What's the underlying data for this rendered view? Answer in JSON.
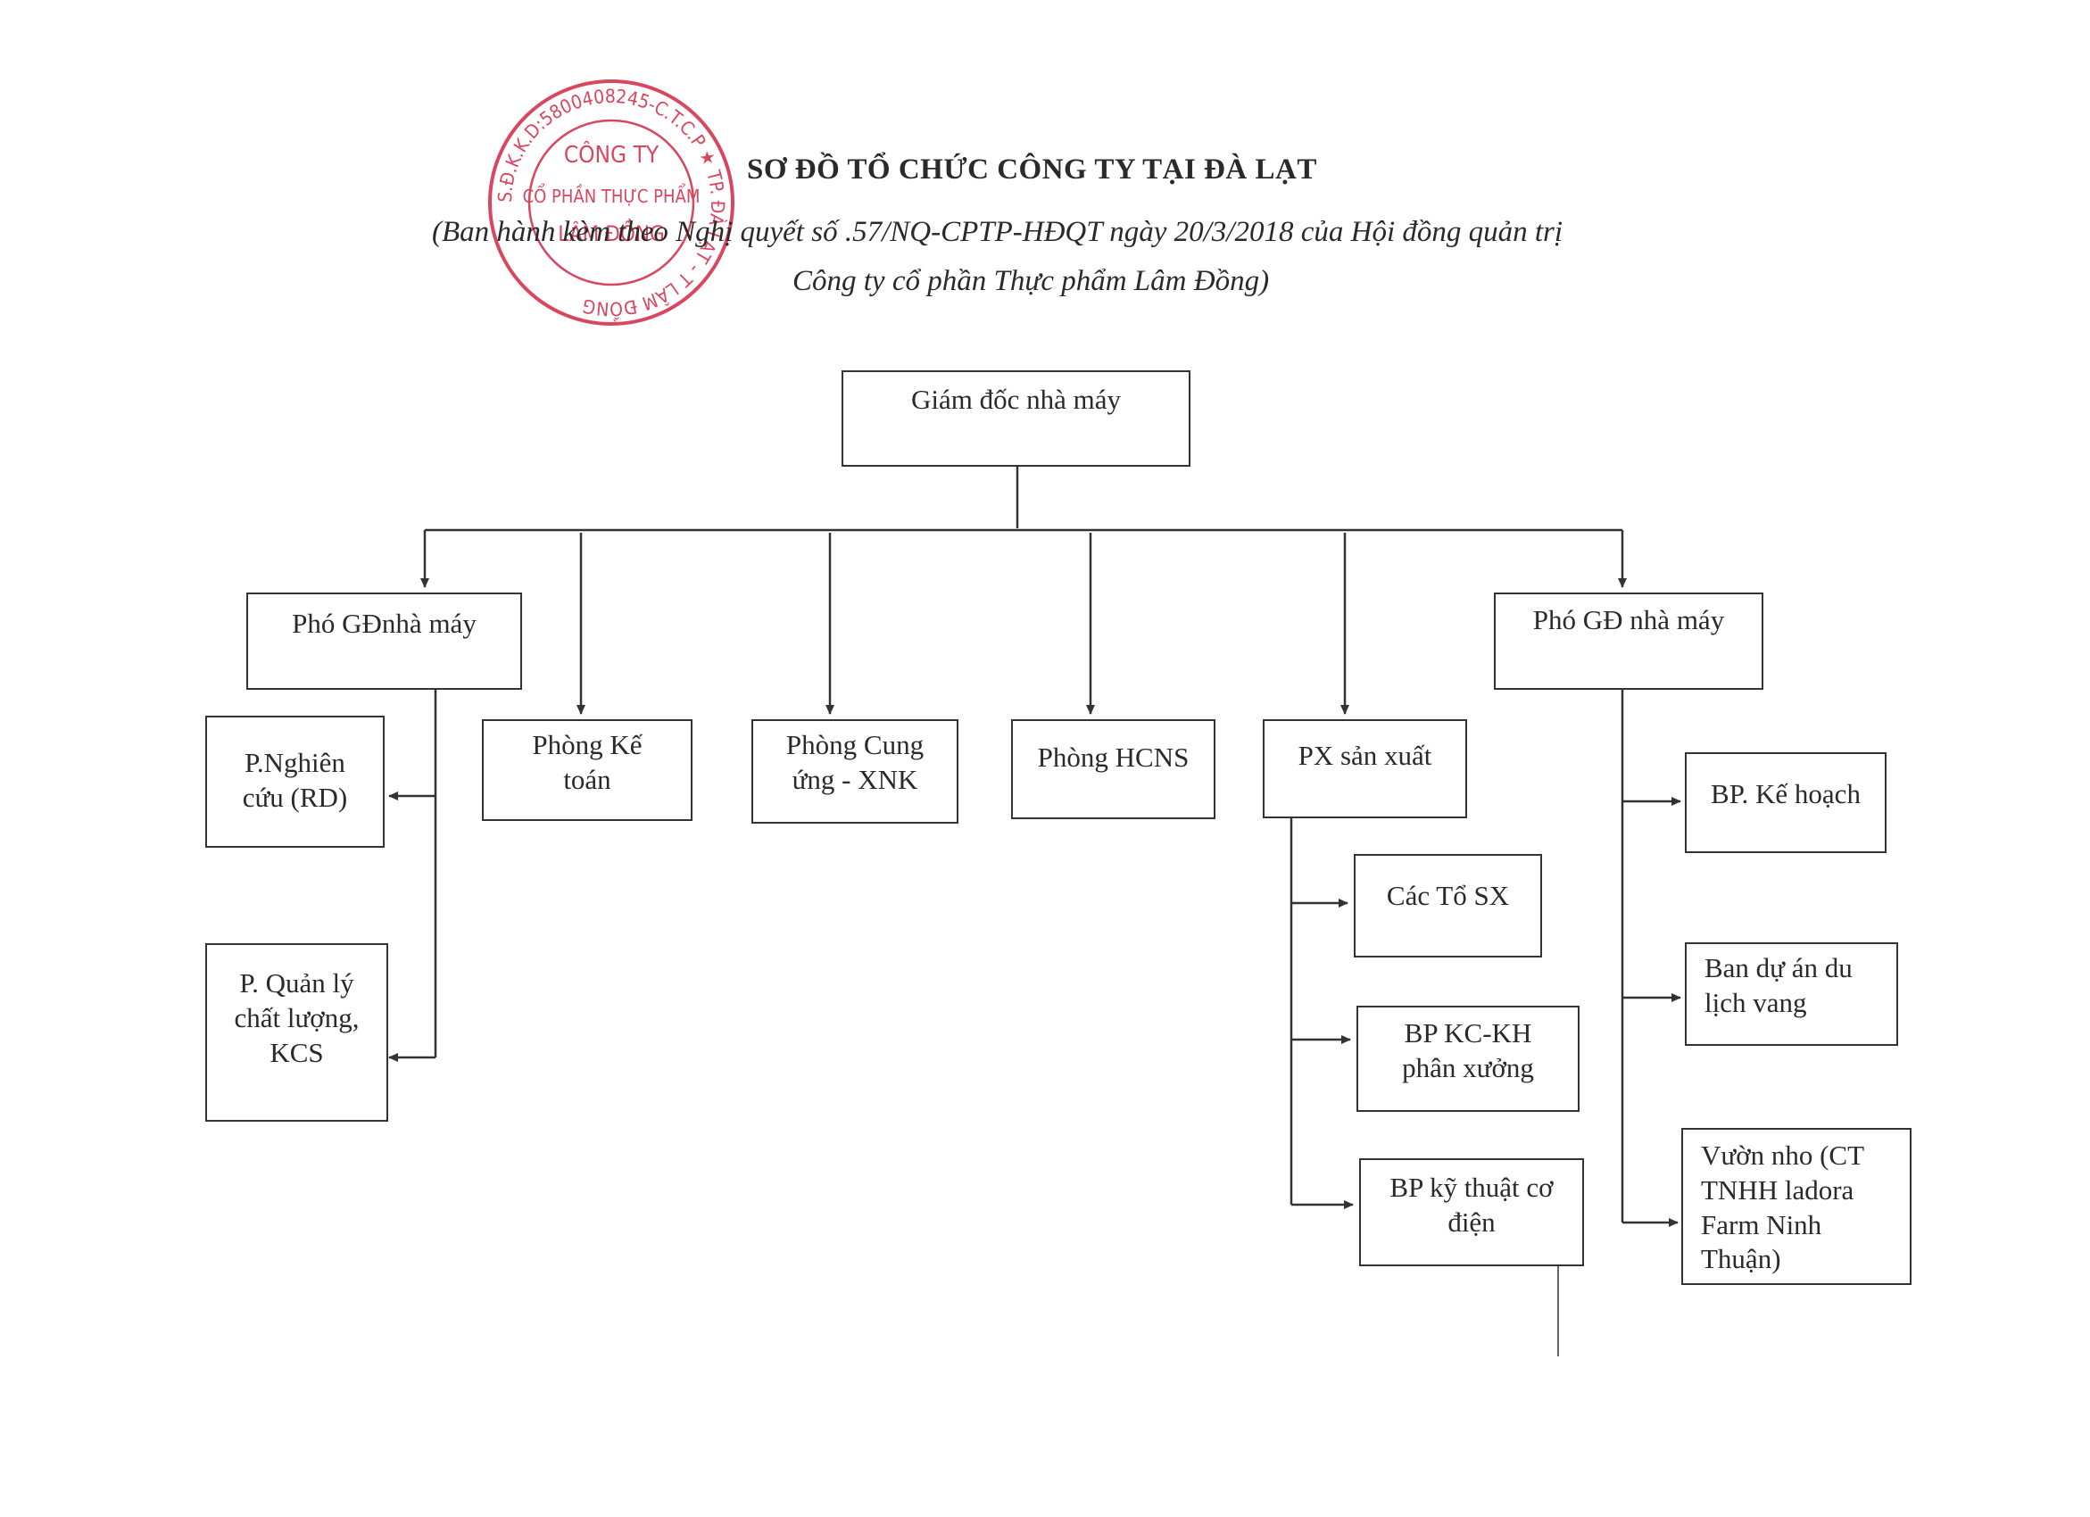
{
  "header": {
    "title": "SƠ ĐỒ TỔ CHỨC CÔNG TY TẠI ĐÀ LẠT",
    "subtitle_line1": "(Ban hành kèm theo Nghị quyết số .57/NQ-CPTP-HĐQT ngày 20/3/2018 của Hội đồng quản trị",
    "subtitle_line2": "Công ty cổ phần Thực phẩm Lâm Đồng)"
  },
  "stamp": {
    "ring_text": "S.Đ.K.K.D:5800408245-C.T.C.P ★ TP. ĐÀ LẠT - T LÂM ĐỒNG",
    "line1": "CÔNG TY",
    "line2": "CỔ PHẦN THỰC PHẨM",
    "line3": "LÂM ĐỒNG",
    "color": "#d8475f"
  },
  "nodes": {
    "director": "Giám đốc nhà máy",
    "deputy_left": "Phó GĐnhà máy",
    "accounting": "Phòng Kế toán",
    "supply": "Phòng Cung ứng - XNK",
    "hr": "Phòng HCNS",
    "workshop": "PX sản xuất",
    "deputy_right": "Phó GĐ nhà máy",
    "research": "P.Nghiên cứu (RD)",
    "quality": "P. Quản lý chất lượng, KCS",
    "teams": "Các Tổ SX",
    "kckh": "BP KC-KH phân xưởng",
    "mechanical": "BP kỹ thuật cơ điện",
    "planning": "BP. Kế hoạch",
    "tourism": "Ban dự án du lịch vang",
    "vineyard": "Vườn nho (CT TNHH ladora Farm Ninh Thuận)"
  },
  "colors": {
    "line": "#333333",
    "stamp": "#d8475f"
  }
}
